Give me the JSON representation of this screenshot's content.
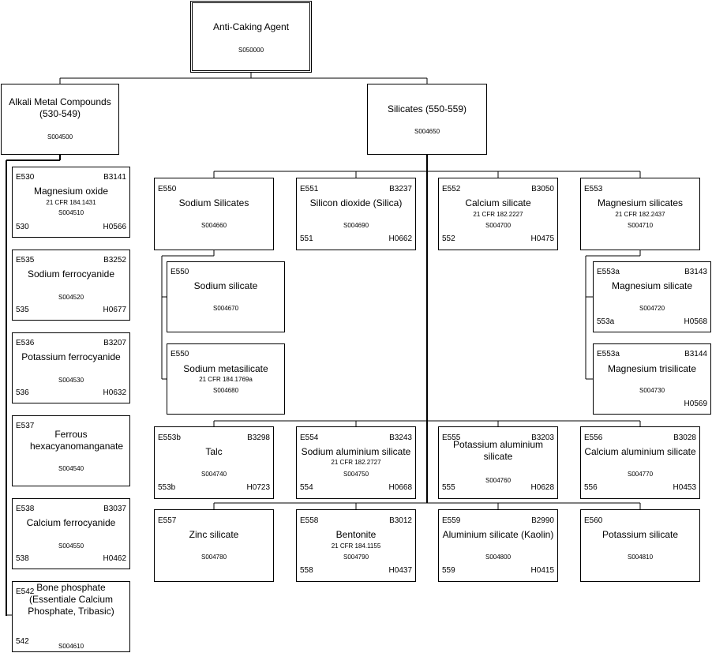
{
  "root": {
    "label": "Anti-Caking Agent",
    "code": "S050000"
  },
  "alkali": {
    "label": "Alkali Metal Compounds (530-549)",
    "code": "S004500"
  },
  "silicates": {
    "label": "Silicates (550-559)",
    "code": "S004650"
  },
  "e530": {
    "e": "E530",
    "b": "B3141",
    "label": "Magnesium oxide",
    "cfr": "21 CFR 184.1431",
    "code": "S004510",
    "n": "530",
    "h": "H0566"
  },
  "e535": {
    "e": "E535",
    "b": "B3252",
    "label": "Sodium ferrocyanide",
    "code": "S004520",
    "n": "535",
    "h": "H0677"
  },
  "e536": {
    "e": "E536",
    "b": "B3207",
    "label": "Potassium ferrocyanide",
    "code": "S004530",
    "n": "536",
    "h": "H0632"
  },
  "e537": {
    "e": "E537",
    "label": "Ferrous hexacyanomanganate",
    "code": "S004540"
  },
  "e538": {
    "e": "E538",
    "b": "B3037",
    "label": "Calcium ferrocyanide",
    "code": "S004550",
    "n": "538",
    "h": "H0462"
  },
  "e542": {
    "e": "E542",
    "label": "Bone phosphate (Essentiale Calcium Phosphate, Tribasic)",
    "code": "S004610",
    "n": "542"
  },
  "e550g": {
    "e": "E550",
    "label": "Sodium Silicates",
    "code": "S004660"
  },
  "e550a": {
    "e": "E550",
    "label": "Sodium silicate",
    "code": "S004670"
  },
  "e550b": {
    "e": "E550",
    "label": "Sodium metasilicate",
    "cfr": "21 CFR 184.1769a",
    "code": "S004680"
  },
  "e551": {
    "e": "E551",
    "b": "B3237",
    "label": "Silicon dioxide (Silica)",
    "code": "S004690",
    "n": "551",
    "h": "H0662"
  },
  "e552": {
    "e": "E552",
    "b": "B3050",
    "label": "Calcium silicate",
    "cfr": "21 CFR 182.2227",
    "code": "S004700",
    "n": "552",
    "h": "H0475"
  },
  "e553": {
    "e": "E553",
    "label": "Magnesium silicates",
    "cfr": "21 CFR 182.2437",
    "code": "S004710"
  },
  "e553a": {
    "e": "E553a",
    "b": "B3143",
    "label": "Magnesium silicate",
    "code": "S004720",
    "n": "553a",
    "h": "H0568"
  },
  "e553a2": {
    "e": "E553a",
    "b": "B3144",
    "label": "Magnesium trisilicate",
    "code": "S004730",
    "h": "H0569"
  },
  "e553b": {
    "e": "E553b",
    "b": "B3298",
    "label": "Talc",
    "code": "S004740",
    "n": "553b",
    "h": "H0723"
  },
  "e554": {
    "e": "E554",
    "b": "B3243",
    "label": "Sodium aluminium silicate",
    "cfr": "21 CFR 182.2727",
    "code": "S004750",
    "n": "554",
    "h": "H0668"
  },
  "e555": {
    "e": "E555",
    "b": "B3203",
    "label": "Potassium aluminium silicate",
    "code": "S004760",
    "n": "555",
    "h": "H0628"
  },
  "e556": {
    "e": "E556",
    "b": "B3028",
    "label": "Calcium aluminium silicate",
    "code": "S004770",
    "n": "556",
    "h": "H0453"
  },
  "e557": {
    "e": "E557",
    "label": "Zinc silicate",
    "code": "S004780"
  },
  "e558": {
    "e": "E558",
    "b": "B3012",
    "label": "Bentonite",
    "cfr": "21 CFR 184.1155",
    "code": "S004790",
    "n": "558",
    "h": "H0437"
  },
  "e559": {
    "e": "E559",
    "b": "B2990",
    "label": "Aluminium silicate (Kaolin)",
    "code": "S004800",
    "n": "559",
    "h": "H0415"
  },
  "e560": {
    "e": "E560",
    "label": "Potassium silicate",
    "code": "S004810"
  }
}
